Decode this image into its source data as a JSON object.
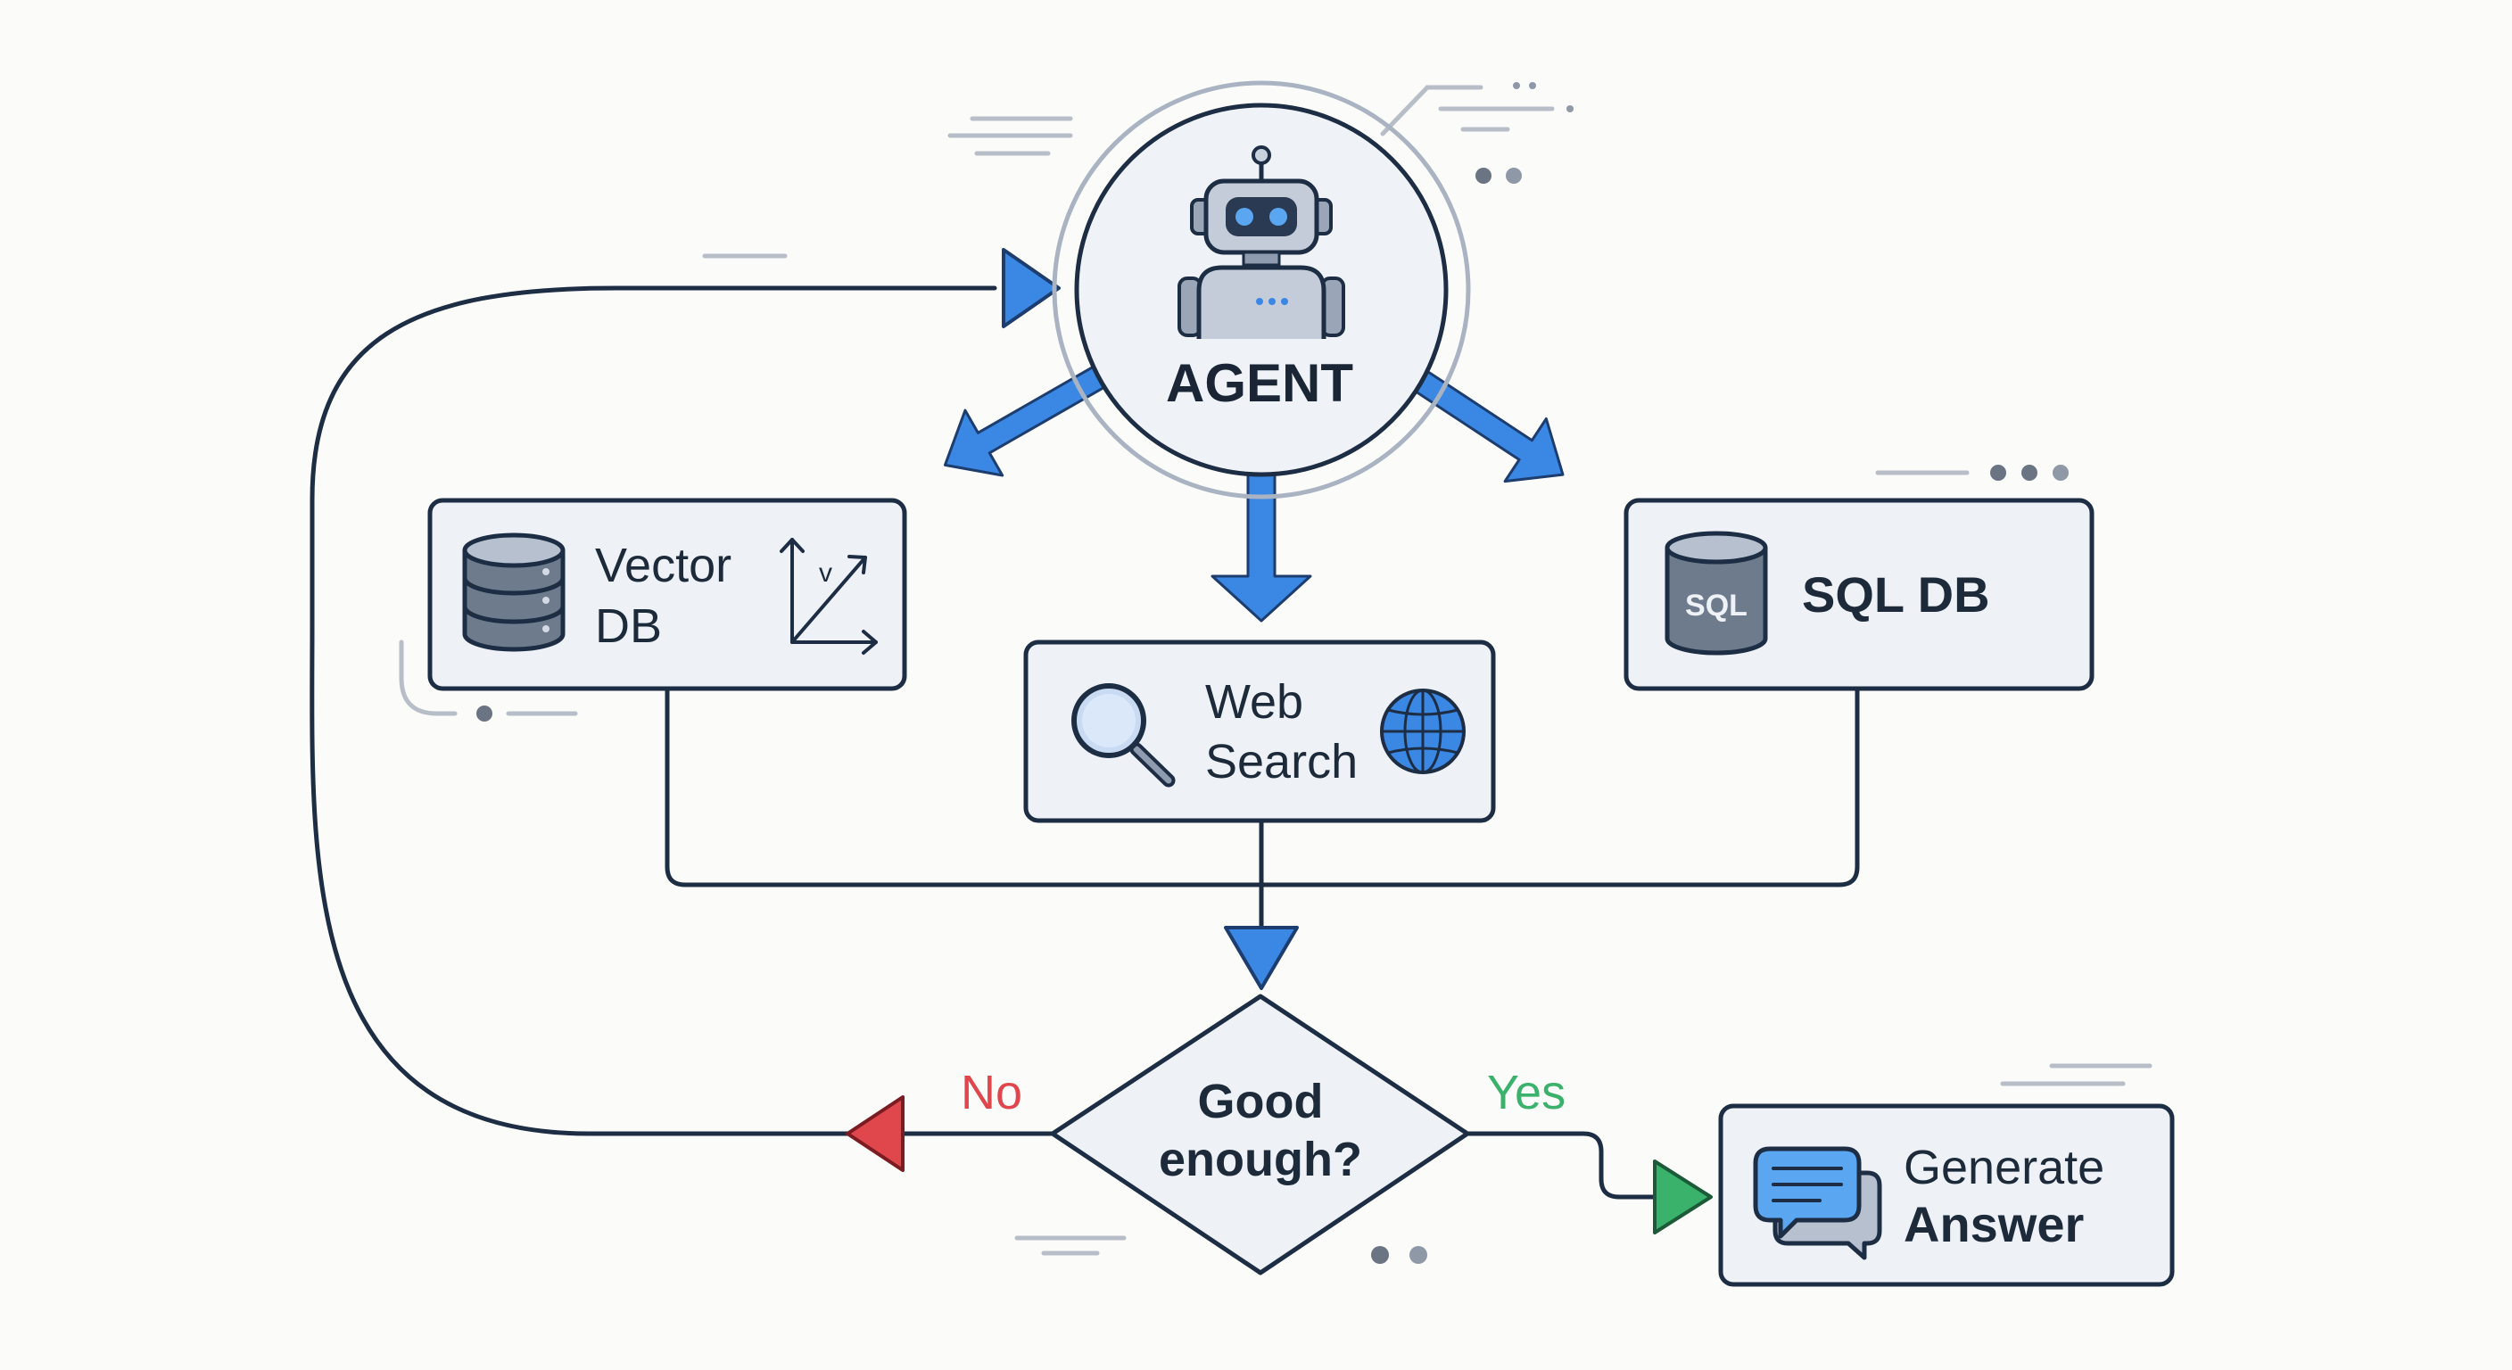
{
  "nodes": {
    "agent": {
      "label": "AGENT"
    },
    "vector_db": {
      "label_line1": "Vector",
      "label_line2": "DB",
      "axis_label": "v"
    },
    "web_search": {
      "label_line1": "Web",
      "label_line2": "Search"
    },
    "sql_db": {
      "label": "SQL DB",
      "icon_text": "SQL"
    },
    "decision": {
      "label_line1": "Good",
      "label_line2": "enough?"
    },
    "generate_answer": {
      "label_line1": "Generate",
      "label_line2": "Answer"
    }
  },
  "branches": {
    "no": "No",
    "yes": "Yes"
  },
  "icons": {
    "agent": "robot-icon",
    "vector_db": "database-icon",
    "vector_axes": "vector-axes-icon",
    "web_search": "magnifier-icon",
    "web_globe": "globe-icon",
    "sql_db": "sql-database-icon",
    "answer": "chat-bubbles-icon"
  },
  "colors": {
    "outline": "#1c2d44",
    "accent_blue": "#3a87e4",
    "no_red": "#e0474c",
    "yes_green": "#3ab26b",
    "box_fill": "#eef1f6"
  }
}
